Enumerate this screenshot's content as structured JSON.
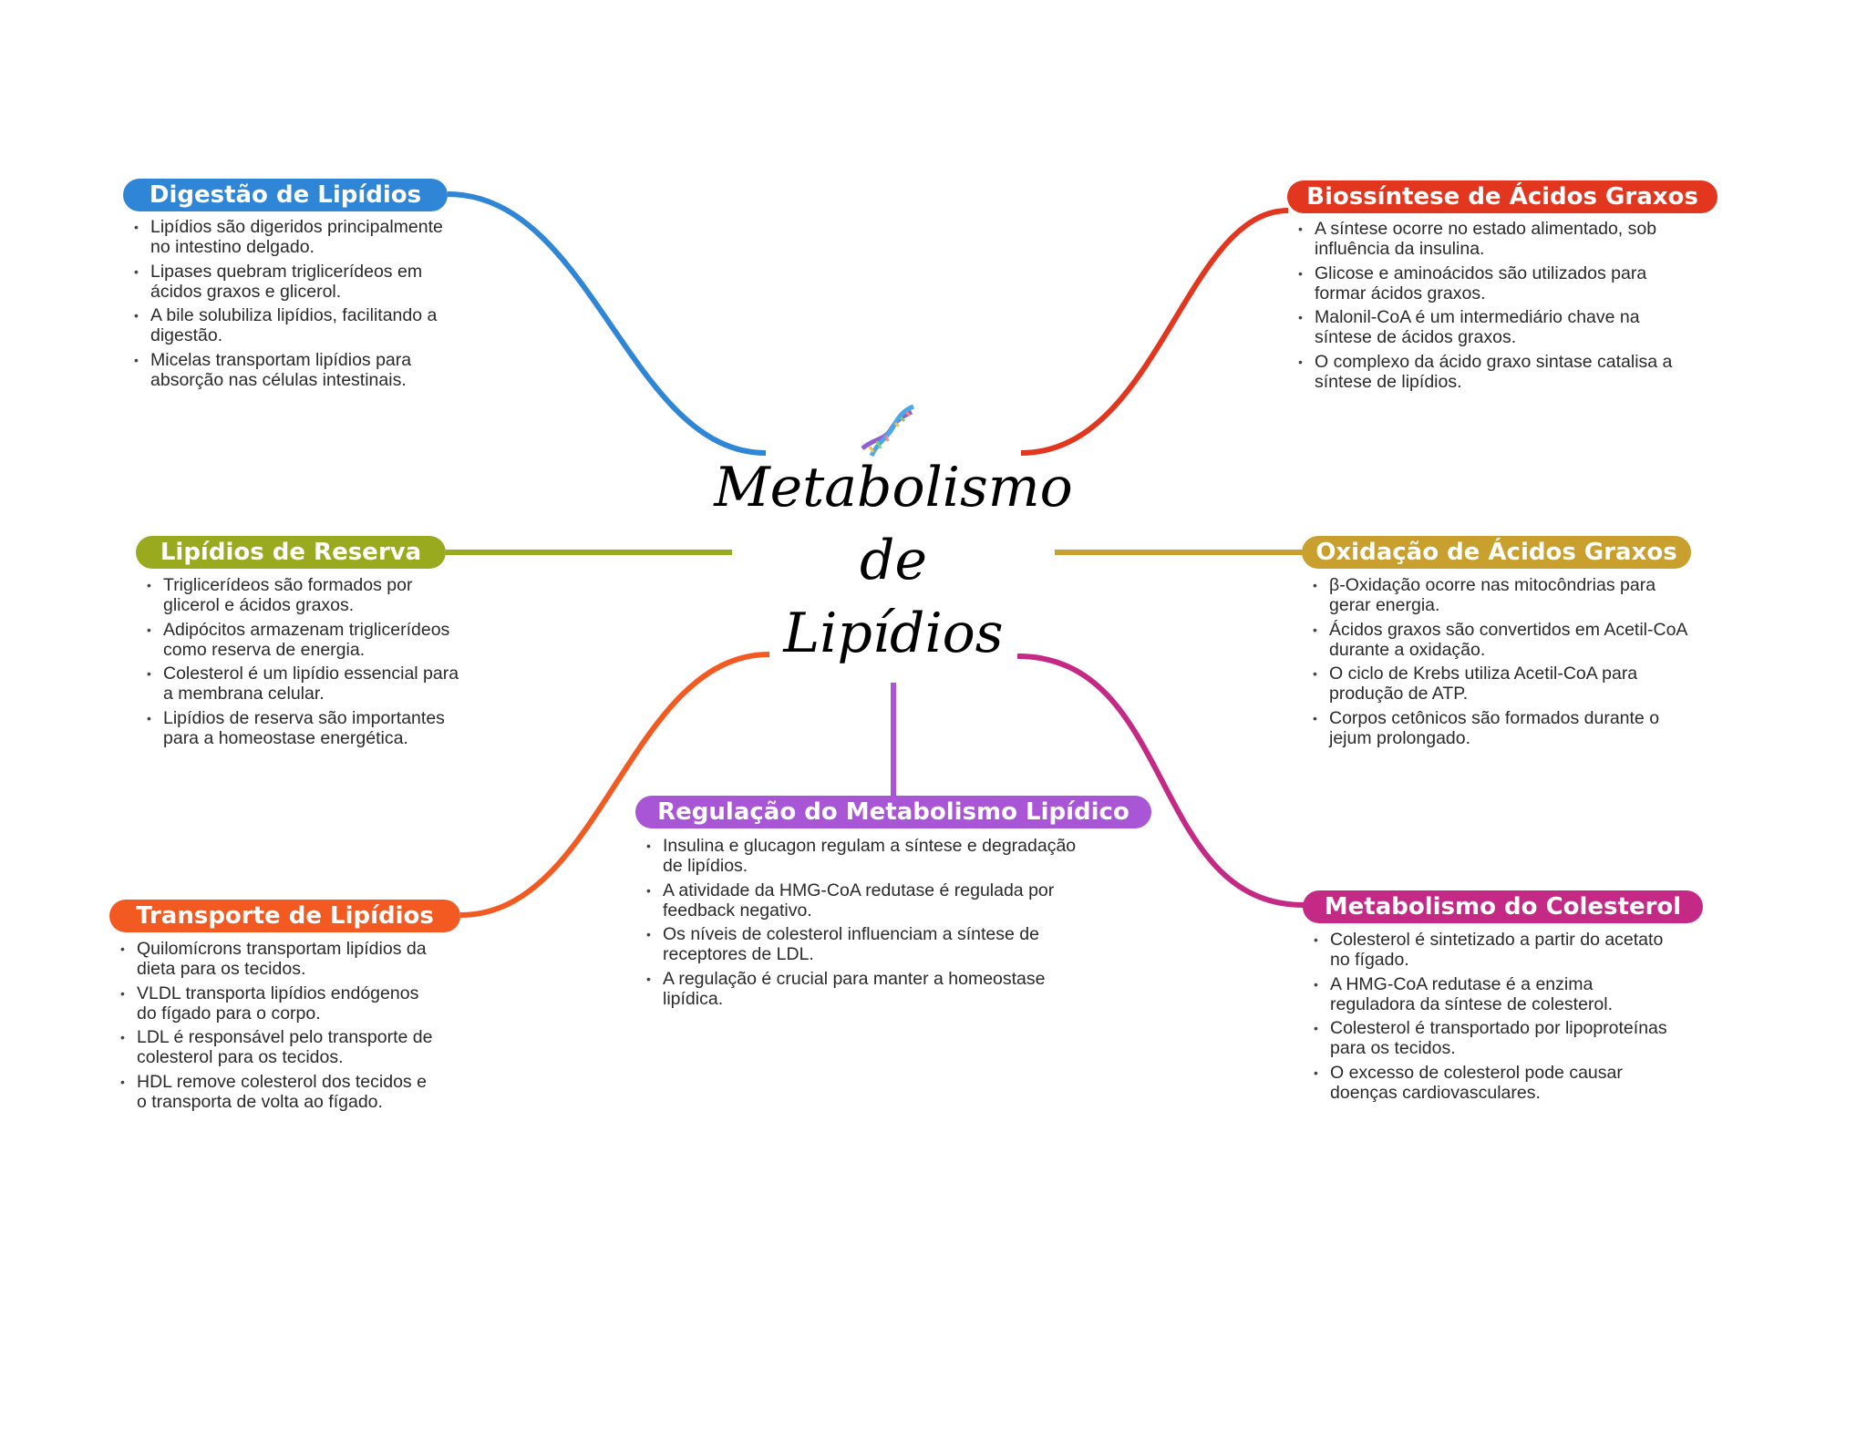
{
  "center": {
    "line1": "Metabolismo",
    "line2": "de",
    "line3": "Lipídios",
    "icon": "dna-icon"
  },
  "colors": {
    "digestao": "#2f86d6",
    "biossintese": "#e2361e",
    "reserva": "#9aaa1e",
    "oxidacao": "#c9a02e",
    "transporte": "#f25a22",
    "regulacao": "#a855d6",
    "colesterol": "#c42a85"
  },
  "branches": {
    "digestao": {
      "title": "Digestão de Lipídios",
      "items": [
        "Lipídios são digeridos principalmente no intestino delgado.",
        "Lipases quebram triglicerídeos em ácidos graxos e glicerol.",
        "A bile solubiliza lipídios, facilitando a digestão.",
        "Micelas transportam lipídios para absorção nas células intestinais."
      ]
    },
    "biossintese": {
      "title": "Biossíntese de Ácidos Graxos",
      "items": [
        "A síntese ocorre no estado alimentado, sob influência da insulina.",
        "Glicose e aminoácidos são utilizados para formar ácidos graxos.",
        "Malonil-CoA é um intermediário chave na síntese de ácidos graxos.",
        "O complexo da ácido graxo sintase catalisa a síntese de lipídios."
      ]
    },
    "reserva": {
      "title": "Lipídios de Reserva",
      "items": [
        "Triglicerídeos são formados por glicerol e ácidos graxos.",
        "Adipócitos armazenam triglicerídeos como reserva de energia.",
        "Colesterol é um lipídio essencial para a membrana celular.",
        "Lipídios de reserva são importantes para a homeostase energética."
      ]
    },
    "oxidacao": {
      "title": "Oxidação de Ácidos Graxos",
      "items": [
        "β-Oxidação ocorre nas mitocôndrias para gerar energia.",
        "Ácidos graxos são convertidos em Acetil-CoA durante a oxidação.",
        "O ciclo de Krebs utiliza Acetil-CoA para produção de ATP.",
        "Corpos cetônicos são formados durante o jejum prolongado."
      ]
    },
    "transporte": {
      "title": "Transporte de Lipídios",
      "items": [
        "Quilomícrons transportam lipídios da dieta para os tecidos.",
        "VLDL transporta lipídios endógenos do fígado para o corpo.",
        "LDL é responsável pelo transporte de colesterol para os tecidos.",
        "HDL remove colesterol dos tecidos e o transporta de volta ao fígado."
      ]
    },
    "regulacao": {
      "title": "Regulação do Metabolismo Lipídico",
      "items": [
        "Insulina e glucagon regulam a síntese e degradação de lipídios.",
        "A atividade da HMG-CoA redutase é regulada por feedback negativo.",
        "Os níveis de colesterol influenciam a síntese de receptores de LDL.",
        "A regulação é crucial para manter a homeostase lipídica."
      ]
    },
    "colesterol": {
      "title": "Metabolismo do Colesterol",
      "items": [
        "Colesterol é sintetizado a partir do acetato no fígado.",
        "A HMG-CoA redutase é a enzima reguladora da síntese de colesterol.",
        "Colesterol é transportado por lipoproteínas para os tecidos.",
        "O excesso de colesterol pode causar doenças cardiovasculares."
      ]
    }
  }
}
